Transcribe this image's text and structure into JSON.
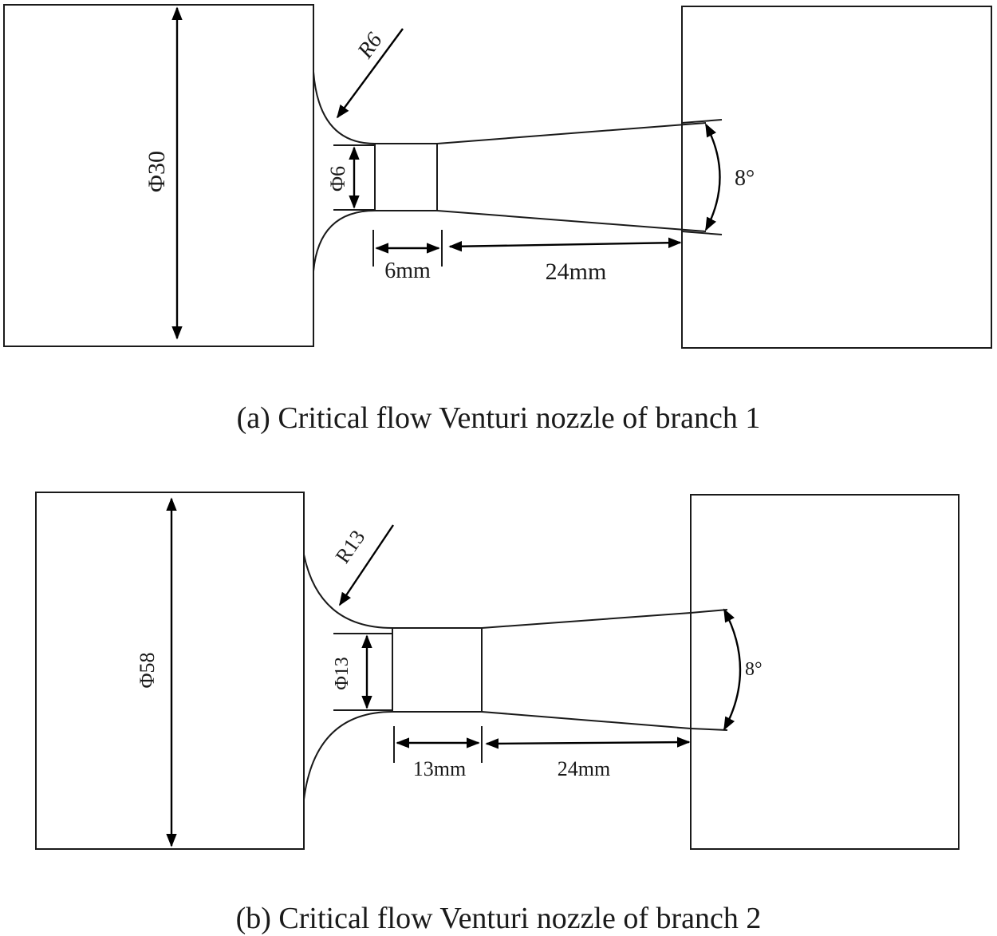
{
  "figure_a": {
    "caption": "(a) Critical flow Venturi nozzle of branch 1",
    "inlet_diameter": "Φ30",
    "throat_diameter": "Φ6",
    "radius": "R6",
    "throat_length": "6mm",
    "diffuser_length": "24mm",
    "angle": "8°"
  },
  "figure_b": {
    "caption": "(b) Critical flow Venturi nozzle of branch 2",
    "inlet_diameter": "Φ58",
    "throat_diameter": "Φ13",
    "radius": "R13",
    "throat_length": "13mm",
    "diffuser_length": "24mm",
    "angle": "8°"
  }
}
